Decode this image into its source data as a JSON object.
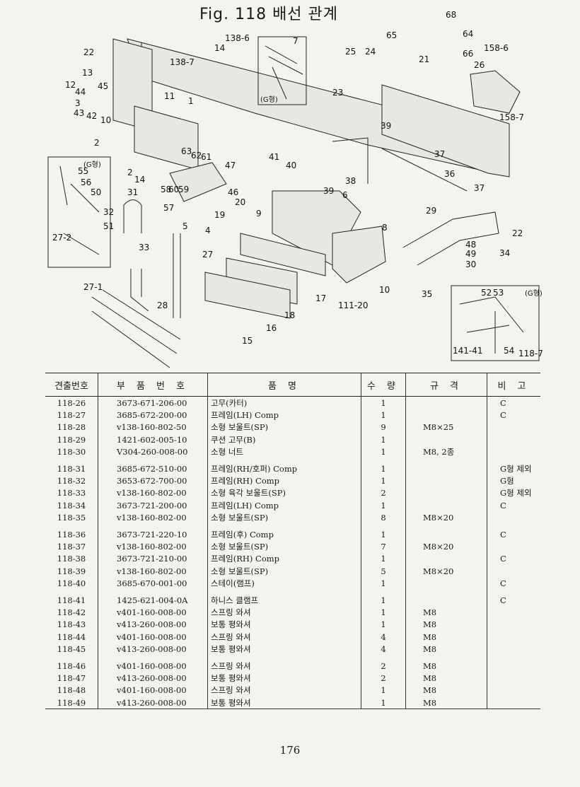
{
  "figure_title": "Fig. 118  배선 관계",
  "callouts": [
    "22",
    "13",
    "12",
    "44",
    "45",
    "3",
    "43",
    "42",
    "10",
    "11",
    "1",
    "2",
    "14",
    "58",
    "60",
    "57",
    "59",
    "62",
    "61",
    "63",
    "138-7",
    "14",
    "138-6",
    "7",
    "(G형)",
    "25",
    "24",
    "65",
    "64",
    "68",
    "66",
    "21",
    "158-6",
    "26",
    "23",
    "158-7",
    "39",
    "41",
    "40",
    "38",
    "37",
    "36",
    "37",
    "29",
    "22",
    "48",
    "49",
    "30",
    "34",
    "8",
    "10",
    "35",
    "111-20",
    "6",
    "9",
    "47",
    "46",
    "20",
    "19",
    "4",
    "5",
    "27",
    "33",
    "31",
    "32",
    "51",
    "50",
    "56",
    "55",
    "(G형)",
    "27-2",
    "27-1",
    "28",
    "15",
    "16",
    "18",
    "17",
    "52",
    "53",
    "(G형)",
    "141-41",
    "54",
    "118-7",
    "39"
  ],
  "table": {
    "headers": [
      "견출번호",
      "부 품 번 호",
      "품               명",
      "수 량",
      "규   격",
      "비   고"
    ],
    "rows": [
      {
        "no": "118-26",
        "part": "3673-671-206-00",
        "name": "고무(카터)",
        "qty": "1",
        "spec": "",
        "note": "C"
      },
      {
        "no": "118-27",
        "part": "3685-672-200-00",
        "name": "프레임(LH) Comp",
        "qty": "1",
        "spec": "",
        "note": "C"
      },
      {
        "no": "118-28",
        "part": "v138-160-802-50",
        "name": "소형 보울트(SP)",
        "qty": "9",
        "spec": "M8×25",
        "note": ""
      },
      {
        "no": "118-29",
        "part": "1421-602-005-10",
        "name": "쿠션 고무(B)",
        "qty": "1",
        "spec": "",
        "note": ""
      },
      {
        "no": "118-30",
        "part": "V304-260-008-00",
        "name": "소형 너트",
        "qty": "1",
        "spec": "M8, 2종",
        "note": ""
      },
      {
        "no": "118-31",
        "part": "3685-672-510-00",
        "name": "프레임(RH/호퍼) Comp",
        "qty": "1",
        "spec": "",
        "note": "G형 제외"
      },
      {
        "no": "118-32",
        "part": "3653-672-700-00",
        "name": "프레임(RH) Comp",
        "qty": "1",
        "spec": "",
        "note": "G형"
      },
      {
        "no": "118-33",
        "part": "v138-160-802-00",
        "name": "소형 육각 보울트(SP)",
        "qty": "2",
        "spec": "",
        "note": "G형 제외"
      },
      {
        "no": "118-34",
        "part": "3673-721-200-00",
        "name": "프레임(LH) Comp",
        "qty": "1",
        "spec": "",
        "note": "C"
      },
      {
        "no": "118-35",
        "part": "v138-160-802-00",
        "name": "소형 보울트(SP)",
        "qty": "8",
        "spec": "M8×20",
        "note": ""
      },
      {
        "no": "118-36",
        "part": "3673-721-220-10",
        "name": "프레임(후) Comp",
        "qty": "1",
        "spec": "",
        "note": "C"
      },
      {
        "no": "118-37",
        "part": "v138-160-802-00",
        "name": "소형 보울트(SP)",
        "qty": "7",
        "spec": "M8×20",
        "note": ""
      },
      {
        "no": "118-38",
        "part": "3673-721-210-00",
        "name": "프레임(RH) Comp",
        "qty": "1",
        "spec": "",
        "note": "C"
      },
      {
        "no": "118-39",
        "part": "v138-160-802-00",
        "name": "소형 보울트(SP)",
        "qty": "5",
        "spec": "M8×20",
        "note": ""
      },
      {
        "no": "118-40",
        "part": "3685-670-001-00",
        "name": "스테이(램프)",
        "qty": "1",
        "spec": "",
        "note": "C"
      },
      {
        "no": "118-41",
        "part": "1425-621-004-0A",
        "name": "하니스 클램프",
        "qty": "1",
        "spec": "",
        "note": "C"
      },
      {
        "no": "118-42",
        "part": "v401-160-008-00",
        "name": "스프링 와셔",
        "qty": "1",
        "spec": "M8",
        "note": ""
      },
      {
        "no": "118-43",
        "part": "v413-260-008-00",
        "name": "보통 평와셔",
        "qty": "1",
        "spec": "M8",
        "note": ""
      },
      {
        "no": "118-44",
        "part": "v401-160-008-00",
        "name": "스프링 와셔",
        "qty": "4",
        "spec": "M8",
        "note": ""
      },
      {
        "no": "118-45",
        "part": "v413-260-008-00",
        "name": "보통 평와셔",
        "qty": "4",
        "spec": "M8",
        "note": ""
      },
      {
        "no": "118-46",
        "part": "v401-160-008-00",
        "name": "스프링 와셔",
        "qty": "2",
        "spec": "M8",
        "note": ""
      },
      {
        "no": "118-47",
        "part": "v413-260-008-00",
        "name": "보통 평와셔",
        "qty": "2",
        "spec": "M8",
        "note": ""
      },
      {
        "no": "118-48",
        "part": "v401-160-008-00",
        "name": "스프링 와셔",
        "qty": "1",
        "spec": "M8",
        "note": ""
      },
      {
        "no": "118-49",
        "part": "v413-260-008-00",
        "name": "보통 평와셔",
        "qty": "1",
        "spec": "M8",
        "note": ""
      }
    ]
  },
  "page_number": "176"
}
